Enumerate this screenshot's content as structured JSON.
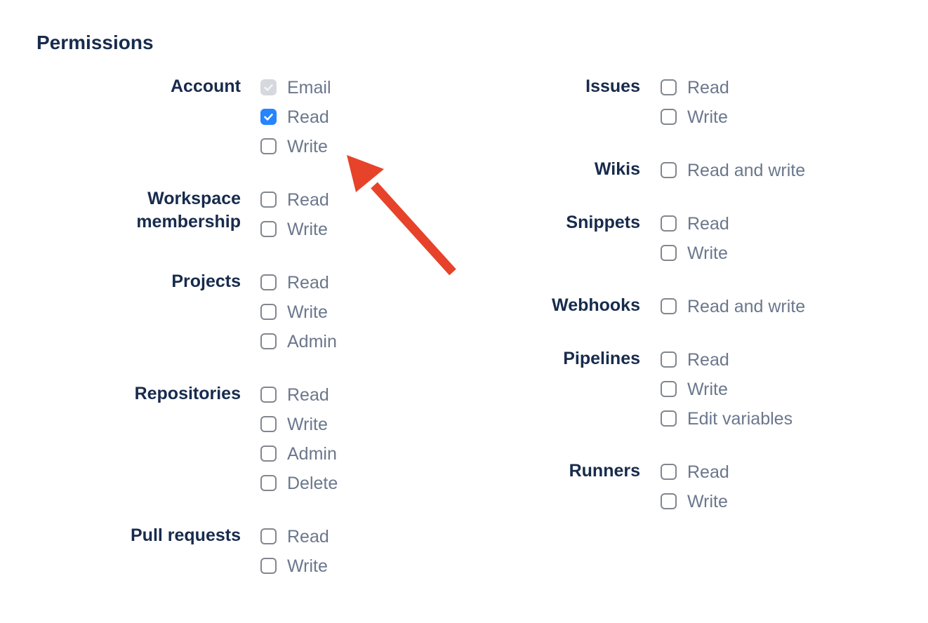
{
  "heading": "Permissions",
  "colors": {
    "heading_navy": "#172B4D",
    "item_label_gray": "#6B778C",
    "checkbox_border_gray": "#82868E",
    "checked_blue": "#2684FF",
    "disabled_checkbox_bg": "#D5D8DC",
    "disabled_checkmark": "#F4F5F6",
    "checkmark_white": "#FFFFFF",
    "arrow_red": "#E6432A"
  },
  "columns": {
    "left": [
      {
        "label": "Account",
        "items": [
          {
            "label": "Email",
            "checked": true,
            "disabled": true
          },
          {
            "label": "Read",
            "checked": true,
            "disabled": false
          },
          {
            "label": "Write",
            "checked": false,
            "disabled": false
          }
        ]
      },
      {
        "label": "Workspace membership",
        "items": [
          {
            "label": "Read",
            "checked": false,
            "disabled": false
          },
          {
            "label": "Write",
            "checked": false,
            "disabled": false
          }
        ]
      },
      {
        "label": "Projects",
        "items": [
          {
            "label": "Read",
            "checked": false,
            "disabled": false
          },
          {
            "label": "Write",
            "checked": false,
            "disabled": false
          },
          {
            "label": "Admin",
            "checked": false,
            "disabled": false
          }
        ]
      },
      {
        "label": "Repositories",
        "items": [
          {
            "label": "Read",
            "checked": false,
            "disabled": false
          },
          {
            "label": "Write",
            "checked": false,
            "disabled": false
          },
          {
            "label": "Admin",
            "checked": false,
            "disabled": false
          },
          {
            "label": "Delete",
            "checked": false,
            "disabled": false
          }
        ]
      },
      {
        "label": "Pull requests",
        "items": [
          {
            "label": "Read",
            "checked": false,
            "disabled": false
          },
          {
            "label": "Write",
            "checked": false,
            "disabled": false
          }
        ]
      }
    ],
    "right": [
      {
        "label": "Issues",
        "items": [
          {
            "label": "Read",
            "checked": false,
            "disabled": false
          },
          {
            "label": "Write",
            "checked": false,
            "disabled": false
          }
        ]
      },
      {
        "label": "Wikis",
        "items": [
          {
            "label": "Read and write",
            "checked": false,
            "disabled": false
          }
        ]
      },
      {
        "label": "Snippets",
        "items": [
          {
            "label": "Read",
            "checked": false,
            "disabled": false
          },
          {
            "label": "Write",
            "checked": false,
            "disabled": false
          }
        ]
      },
      {
        "label": "Webhooks",
        "items": [
          {
            "label": "Read and write",
            "checked": false,
            "disabled": false
          }
        ]
      },
      {
        "label": "Pipelines",
        "items": [
          {
            "label": "Read",
            "checked": false,
            "disabled": false
          },
          {
            "label": "Write",
            "checked": false,
            "disabled": false
          },
          {
            "label": "Edit variables",
            "checked": false,
            "disabled": false
          }
        ]
      },
      {
        "label": "Runners",
        "items": [
          {
            "label": "Read",
            "checked": false,
            "disabled": false
          },
          {
            "label": "Write",
            "checked": false,
            "disabled": false
          }
        ]
      }
    ]
  },
  "annotation": {
    "type": "arrow",
    "color": "#E6432A",
    "points_to": "account-read-checkbox"
  }
}
